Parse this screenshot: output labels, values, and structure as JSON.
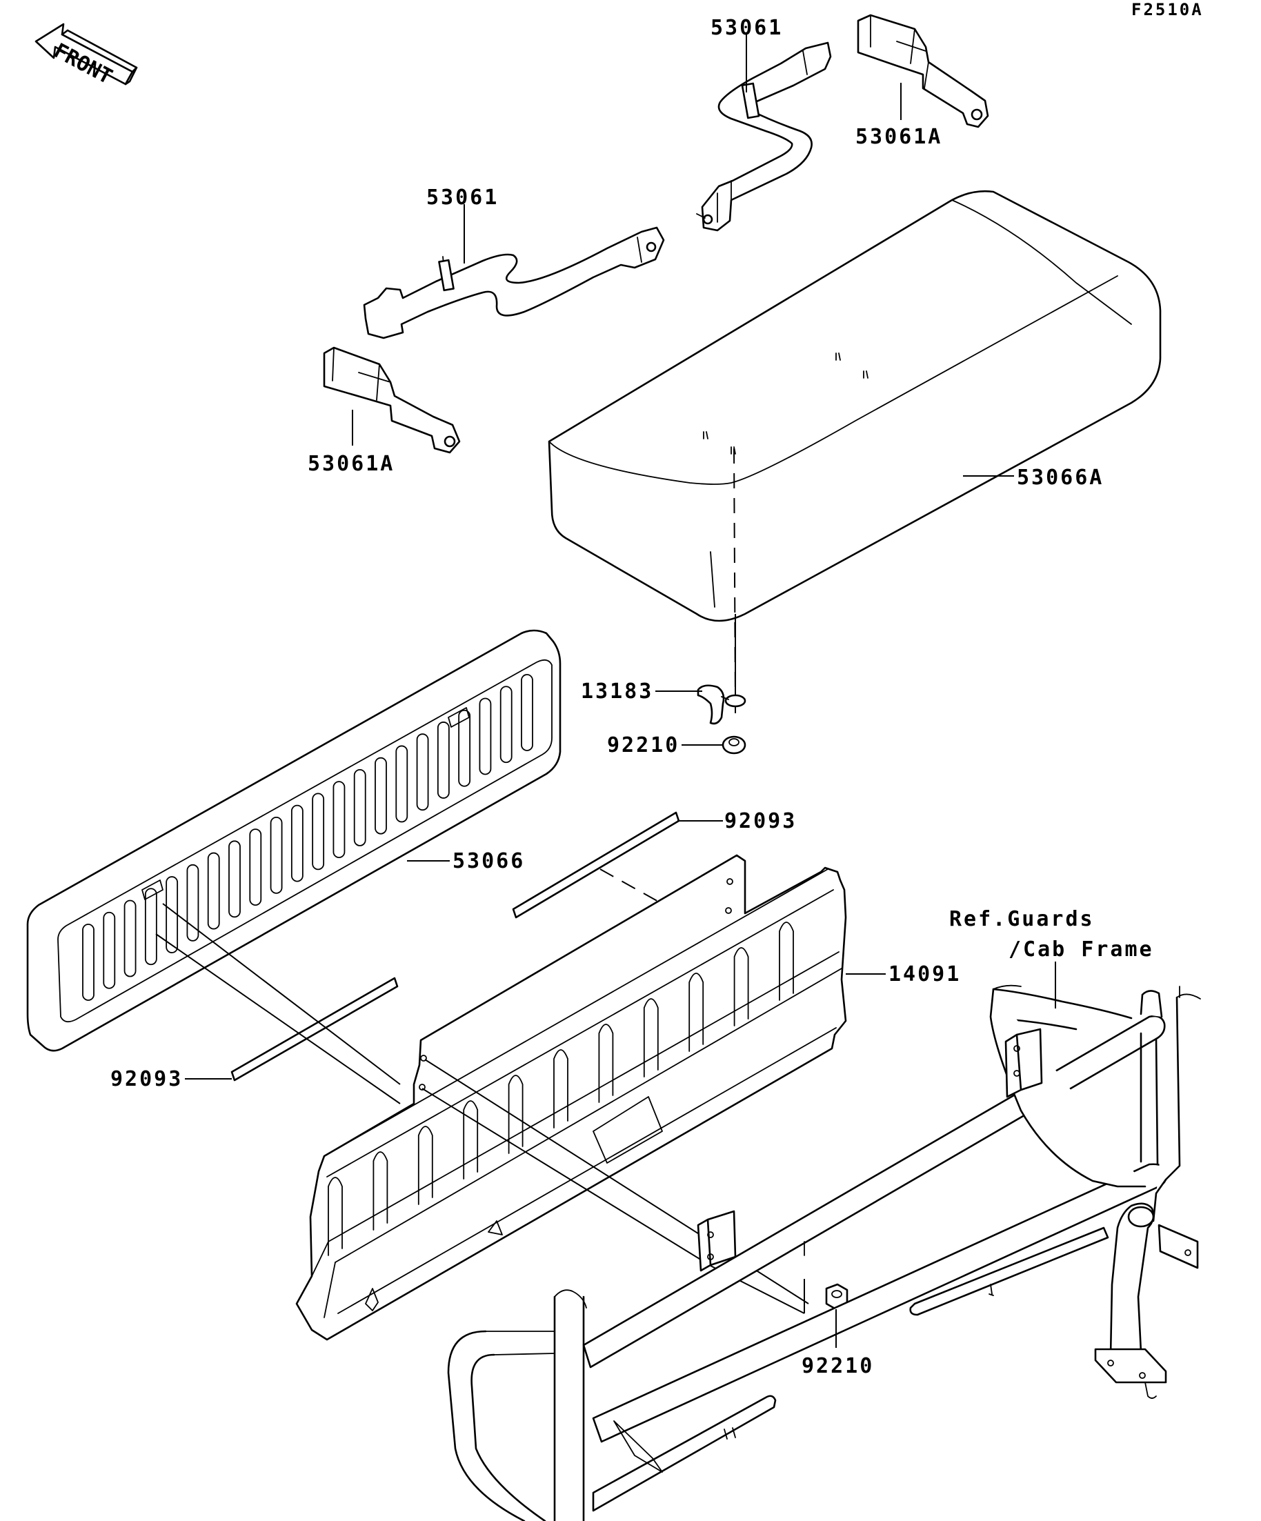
{
  "figure_id": "F2510A",
  "front_marker": "FRONT",
  "ref_note": {
    "line1": "Ref.Guards",
    "line2": "/Cab Frame"
  },
  "callouts": {
    "strap_upper": "53061",
    "strap_upper_a": "53061A",
    "strap_lower": "53061",
    "strap_lower_a": "53061A",
    "seat_cushion": "53066A",
    "clamp": "13183",
    "nut_upper": "92210",
    "backrest": "53066",
    "spacer_upper": "92093",
    "panel": "14091",
    "spacer_lower": "92093",
    "nut_lower": "92210"
  }
}
